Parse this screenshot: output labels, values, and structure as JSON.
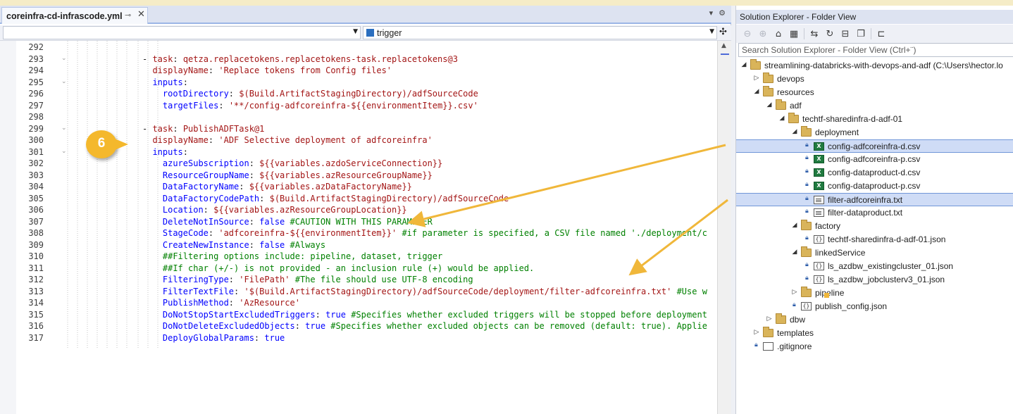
{
  "editor": {
    "tab_title": "coreinfra-cd-infrascode.yml",
    "tab_pin_icon": "pin-icon",
    "tab_close_icon": "close-icon",
    "nav_right_value": "trigger",
    "lines": [
      {
        "num": "292",
        "indent": 0,
        "parts": []
      },
      {
        "num": "293",
        "indent": 8,
        "parts": [
          {
            "c": "dash",
            "t": "- "
          },
          {
            "c": "key",
            "t": "task"
          },
          {
            "c": "colon",
            "t": ": "
          },
          {
            "c": "str",
            "t": "qetza.replacetokens.replacetokens-task.replacetokens@3"
          }
        ]
      },
      {
        "num": "294",
        "indent": 9,
        "parts": [
          {
            "c": "key",
            "t": "displayName"
          },
          {
            "c": "colon",
            "t": ": "
          },
          {
            "c": "str",
            "t": "'Replace tokens from Config files'"
          }
        ]
      },
      {
        "num": "295",
        "indent": 9,
        "parts": [
          {
            "c": "kw",
            "t": "inputs"
          },
          {
            "c": "colon",
            "t": ":"
          }
        ]
      },
      {
        "num": "296",
        "indent": 10,
        "parts": [
          {
            "c": "kw",
            "t": "rootDirectory"
          },
          {
            "c": "colon",
            "t": ": "
          },
          {
            "c": "str",
            "t": "$(Build.ArtifactStagingDirectory)/adfSourceCode"
          }
        ]
      },
      {
        "num": "297",
        "indent": 10,
        "parts": [
          {
            "c": "kw",
            "t": "targetFiles"
          },
          {
            "c": "colon",
            "t": ": "
          },
          {
            "c": "str",
            "t": "'**/config-adfcoreinfra-${{environmentItem}}.csv'"
          }
        ]
      },
      {
        "num": "298",
        "indent": 0,
        "parts": []
      },
      {
        "num": "299",
        "indent": 8,
        "parts": [
          {
            "c": "dash",
            "t": "- "
          },
          {
            "c": "key",
            "t": "task"
          },
          {
            "c": "colon",
            "t": ": "
          },
          {
            "c": "str",
            "t": "PublishADFTask@1"
          }
        ]
      },
      {
        "num": "300",
        "indent": 9,
        "parts": [
          {
            "c": "key",
            "t": "displayName"
          },
          {
            "c": "colon",
            "t": ": "
          },
          {
            "c": "str",
            "t": "'ADF Selective deployment of adfcoreinfra'"
          }
        ]
      },
      {
        "num": "301",
        "indent": 9,
        "parts": [
          {
            "c": "kw",
            "t": "inputs"
          },
          {
            "c": "colon",
            "t": ":"
          }
        ]
      },
      {
        "num": "302",
        "indent": 10,
        "parts": [
          {
            "c": "kw",
            "t": "azureSubscription"
          },
          {
            "c": "colon",
            "t": ": "
          },
          {
            "c": "str",
            "t": "${{variables.azdoServiceConnection}}"
          }
        ]
      },
      {
        "num": "303",
        "indent": 10,
        "parts": [
          {
            "c": "kw",
            "t": "ResourceGroupName"
          },
          {
            "c": "colon",
            "t": ": "
          },
          {
            "c": "str",
            "t": "${{variables.azResourceGroupName}}"
          }
        ]
      },
      {
        "num": "304",
        "indent": 10,
        "parts": [
          {
            "c": "kw",
            "t": "DataFactoryName"
          },
          {
            "c": "colon",
            "t": ": "
          },
          {
            "c": "str",
            "t": "${{variables.azDataFactoryName}}"
          }
        ]
      },
      {
        "num": "305",
        "indent": 10,
        "parts": [
          {
            "c": "kw",
            "t": "DataFactoryCodePath"
          },
          {
            "c": "colon",
            "t": ": "
          },
          {
            "c": "str",
            "t": "$(Build.ArtifactStagingDirectory)/adfSourceCode"
          }
        ]
      },
      {
        "num": "306",
        "indent": 10,
        "parts": [
          {
            "c": "kw",
            "t": "Location"
          },
          {
            "c": "colon",
            "t": ": "
          },
          {
            "c": "str",
            "t": "${{variables.azResourceGroupLocation}}"
          }
        ]
      },
      {
        "num": "307",
        "indent": 10,
        "parts": [
          {
            "c": "kw",
            "t": "DeleteNotInSource"
          },
          {
            "c": "colon",
            "t": ": "
          },
          {
            "c": "val",
            "t": "false "
          },
          {
            "c": "cmt",
            "t": "#CAUTION WITH THIS PARAMETER"
          }
        ]
      },
      {
        "num": "308",
        "indent": 10,
        "parts": [
          {
            "c": "kw",
            "t": "StageCode"
          },
          {
            "c": "colon",
            "t": ": "
          },
          {
            "c": "str",
            "t": "'adfcoreinfra-${{environmentItem}}' "
          },
          {
            "c": "cmt",
            "t": "#if parameter is specified, a CSV file named './deployment/c"
          }
        ]
      },
      {
        "num": "309",
        "indent": 10,
        "parts": [
          {
            "c": "kw",
            "t": "CreateNewInstance"
          },
          {
            "c": "colon",
            "t": ": "
          },
          {
            "c": "val",
            "t": "false "
          },
          {
            "c": "cmt",
            "t": "#Always"
          }
        ]
      },
      {
        "num": "310",
        "indent": 10,
        "parts": [
          {
            "c": "cmt",
            "t": "##Filtering options include: pipeline, dataset, trigger"
          }
        ]
      },
      {
        "num": "311",
        "indent": 10,
        "parts": [
          {
            "c": "cmt",
            "t": "##If char (+/-) is not provided - an inclusion rule (+) would be applied."
          }
        ]
      },
      {
        "num": "312",
        "indent": 10,
        "parts": [
          {
            "c": "kw",
            "t": "FilteringType"
          },
          {
            "c": "colon",
            "t": ": "
          },
          {
            "c": "str",
            "t": "'FilePath' "
          },
          {
            "c": "cmt",
            "t": "#The file should use UTF-8 encoding"
          }
        ]
      },
      {
        "num": "313",
        "indent": 10,
        "parts": [
          {
            "c": "kw",
            "t": "FilterTextFile"
          },
          {
            "c": "colon",
            "t": ": "
          },
          {
            "c": "str",
            "t": "'$(Build.ArtifactStagingDirectory)/adfSourceCode/deployment/filter-adfcoreinfra.txt' "
          },
          {
            "c": "cmt",
            "t": "#Use w"
          }
        ]
      },
      {
        "num": "314",
        "indent": 10,
        "parts": [
          {
            "c": "kw",
            "t": "PublishMethod"
          },
          {
            "c": "colon",
            "t": ": "
          },
          {
            "c": "str",
            "t": "'AzResource'"
          }
        ]
      },
      {
        "num": "315",
        "indent": 10,
        "parts": [
          {
            "c": "kw",
            "t": "DoNotStopStartExcludedTriggers"
          },
          {
            "c": "colon",
            "t": ": "
          },
          {
            "c": "val",
            "t": "true "
          },
          {
            "c": "cmt",
            "t": "#Specifies whether excluded triggers will be stopped before deployment"
          }
        ]
      },
      {
        "num": "316",
        "indent": 10,
        "parts": [
          {
            "c": "kw",
            "t": "DoNotDeleteExcludedObjects"
          },
          {
            "c": "colon",
            "t": ": "
          },
          {
            "c": "val",
            "t": "true "
          },
          {
            "c": "cmt",
            "t": "#Specifies whether excluded objects can be removed (default: true). Applie"
          }
        ]
      },
      {
        "num": "317",
        "indent": 10,
        "parts": [
          {
            "c": "kw",
            "t": "DeployGlobalParams"
          },
          {
            "c": "colon",
            "t": ": "
          },
          {
            "c": "val",
            "t": "true"
          }
        ]
      }
    ],
    "fold_lines": [
      "293",
      "295",
      "299",
      "301"
    ]
  },
  "solution_explorer": {
    "title": "Solution Explorer - Folder View",
    "search_placeholder": "Search Solution Explorer - Folder View (Ctrl+¨)",
    "toolbar_icons": [
      "back-icon",
      "forward-icon",
      "home-icon",
      "switch-views-icon",
      "sync-icon",
      "refresh-icon",
      "collapse-all-icon",
      "show-all-files-icon",
      "properties-icon"
    ],
    "tree": [
      {
        "label": "streamlining-databricks-with-devops-and-adf (C:\\Users\\hector.lo",
        "level": 0,
        "type": "folder",
        "expand": "open",
        "lock": false,
        "selected": false
      },
      {
        "label": "devops",
        "level": 1,
        "type": "folder",
        "expand": "closed",
        "lock": false,
        "selected": false
      },
      {
        "label": "resources",
        "level": 1,
        "type": "folder",
        "expand": "open",
        "lock": false,
        "selected": false
      },
      {
        "label": "adf",
        "level": 2,
        "type": "folder",
        "expand": "open",
        "lock": false,
        "selected": false
      },
      {
        "label": "techtf-sharedinfra-d-adf-01",
        "level": 3,
        "type": "folder",
        "expand": "open",
        "lock": false,
        "selected": false
      },
      {
        "label": "deployment",
        "level": 4,
        "type": "folder",
        "expand": "open",
        "lock": false,
        "selected": false
      },
      {
        "label": "config-adfcoreinfra-d.csv",
        "level": 5,
        "type": "csv",
        "expand": "none",
        "lock": true,
        "selected": true
      },
      {
        "label": "config-adfcoreinfra-p.csv",
        "level": 5,
        "type": "csv",
        "expand": "none",
        "lock": true,
        "selected": false
      },
      {
        "label": "config-dataproduct-d.csv",
        "level": 5,
        "type": "csv",
        "expand": "none",
        "lock": true,
        "selected": false
      },
      {
        "label": "config-dataproduct-p.csv",
        "level": 5,
        "type": "csv",
        "expand": "none",
        "lock": true,
        "selected": false
      },
      {
        "label": "filter-adfcoreinfra.txt",
        "level": 5,
        "type": "txt",
        "expand": "none",
        "lock": true,
        "selected": true
      },
      {
        "label": "filter-dataproduct.txt",
        "level": 5,
        "type": "txt",
        "expand": "none",
        "lock": true,
        "selected": false
      },
      {
        "label": "factory",
        "level": 4,
        "type": "folder",
        "expand": "open",
        "lock": false,
        "selected": false
      },
      {
        "label": "techtf-sharedinfra-d-adf-01.json",
        "level": 5,
        "type": "json",
        "expand": "none",
        "lock": true,
        "selected": false
      },
      {
        "label": "linkedService",
        "level": 4,
        "type": "folder",
        "expand": "open",
        "lock": false,
        "selected": false
      },
      {
        "label": "ls_azdbw_existingcluster_01.json",
        "level": 5,
        "type": "json",
        "expand": "none",
        "lock": true,
        "selected": false
      },
      {
        "label": "ls_azdbw_jobclusterv3_01.json",
        "level": 5,
        "type": "json",
        "expand": "none",
        "lock": true,
        "selected": false
      },
      {
        "label": "pipeline",
        "level": 4,
        "type": "folder",
        "expand": "closed",
        "lock": false,
        "selected": false
      },
      {
        "label": "publish_config.json",
        "level": 4,
        "type": "json",
        "expand": "none",
        "lock": true,
        "selected": false
      },
      {
        "label": "dbw",
        "level": 2,
        "type": "folder",
        "expand": "closed",
        "lock": false,
        "selected": false
      },
      {
        "label": "templates",
        "level": 1,
        "type": "folder",
        "expand": "closed",
        "lock": false,
        "selected": false
      },
      {
        "label": ".gitignore",
        "level": 1,
        "type": "file",
        "expand": "none",
        "lock": true,
        "selected": false
      }
    ]
  },
  "annotation": {
    "badge_number": "6",
    "accent": "#f4b82c"
  }
}
